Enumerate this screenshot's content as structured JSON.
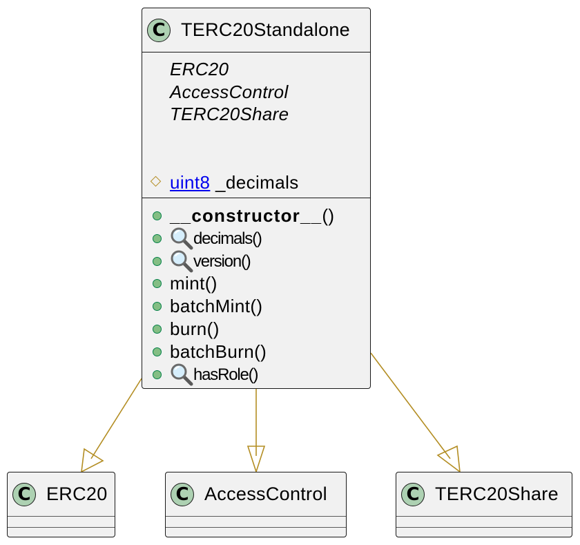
{
  "main_class": {
    "name": "TERC20Standalone",
    "icon_letter": "C",
    "stereotypes": [
      "ERC20",
      "AccessControl",
      "TERC20Share"
    ],
    "field": {
      "visibility": "protected",
      "type": "uint8",
      "name": " _decimals"
    },
    "methods": [
      {
        "visibility": "public",
        "view_icon": false,
        "bold_part": "__constructor__",
        "text": "()"
      },
      {
        "visibility": "public",
        "view_icon": true,
        "text": "decimals()"
      },
      {
        "visibility": "public",
        "view_icon": true,
        "text": "version()"
      },
      {
        "visibility": "public",
        "view_icon": false,
        "text": "mint()"
      },
      {
        "visibility": "public",
        "view_icon": false,
        "text": "batchMint()"
      },
      {
        "visibility": "public",
        "view_icon": false,
        "text": "burn()"
      },
      {
        "visibility": "public",
        "view_icon": false,
        "text": "batchBurn()"
      },
      {
        "visibility": "public",
        "view_icon": true,
        "text": "hasRole()"
      }
    ]
  },
  "parent_classes": [
    {
      "name": "ERC20",
      "icon_letter": "C"
    },
    {
      "name": "AccessControl",
      "icon_letter": "C"
    },
    {
      "name": "TERC20Share",
      "icon_letter": "C"
    }
  ],
  "colors": {
    "box_fill": "#f1f1f1",
    "box_border": "#181818",
    "class_icon_fill": "#add1b2",
    "public_fill": "#84be84",
    "public_border": "#038048",
    "protected_color": "#b38d22",
    "inheritance_line": "#b38d22",
    "type_link": "#0000ee"
  }
}
